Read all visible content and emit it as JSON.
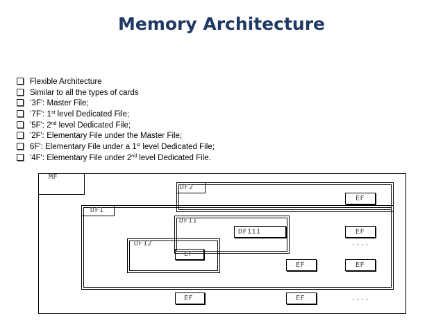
{
  "title": "Memory Architecture",
  "bullets": [
    {
      "pre": "Flexible Architecture",
      "sup": "",
      "post": ""
    },
    {
      "pre": "Similar to  all the types of cards",
      "sup": "",
      "post": ""
    },
    {
      "pre": "‘3F': Master File;",
      "sup": "",
      "post": ""
    },
    {
      "pre": "‘7F': 1",
      "sup": "st",
      "post": "  level Dedicated File;"
    },
    {
      "pre": "'5F': 2",
      "sup": "nd",
      "post": "  level Dedicated File;"
    },
    {
      "pre": "'2F': Elementary File under the Master File;",
      "sup": "",
      "post": ""
    },
    {
      "pre": "6F': Elementary File under a 1",
      "sup": "st",
      "post": "  level Dedicated File;"
    },
    {
      "pre": "'4F': Elementary File under 2",
      "sup": "nd",
      "post": " level Dedicated File."
    }
  ],
  "diagram": {
    "mf": "MF",
    "df2": "DF2",
    "df1": "DF1",
    "df11": "DF11",
    "df111": "DF111",
    "df12": "DF12",
    "ef": "EF",
    "ellipsis": "...."
  }
}
